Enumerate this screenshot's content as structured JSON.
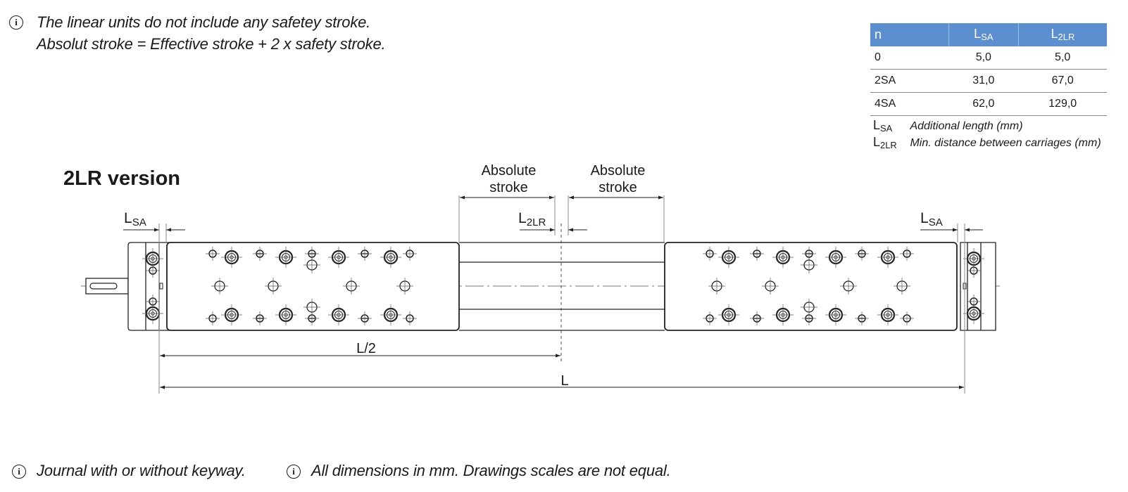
{
  "top_note": {
    "icon": "info-icon",
    "lines": [
      "The linear units do not include any safetey stroke.",
      "Absolut stroke = Effective stroke + 2 x safety stroke."
    ]
  },
  "table": {
    "header_color": "#5b8fd0",
    "headers": {
      "n": "n",
      "lsa_main": "L",
      "lsa_sub": "SA",
      "l2lr_main": "L",
      "l2lr_sub": "2LR"
    },
    "rows": [
      {
        "n": "0",
        "lsa": "5,0",
        "l2lr": "5,0"
      },
      {
        "n": "2SA",
        "lsa": "31,0",
        "l2lr": "67,0"
      },
      {
        "n": "4SA",
        "lsa": "62,0",
        "l2lr": "129,0"
      }
    ]
  },
  "legend": [
    {
      "symbol_main": "L",
      "symbol_sub": "SA",
      "description": "Additional length (mm)"
    },
    {
      "symbol_main": "L",
      "symbol_sub": "2LR",
      "description": "Min. distance between carriages (mm)"
    }
  ],
  "drawing": {
    "title": "2LR version",
    "labels": {
      "lsa_left_main": "L",
      "lsa_left_sub": "SA",
      "lsa_right_main": "L",
      "lsa_right_sub": "SA",
      "l2lr_main": "L",
      "l2lr_sub": "2LR",
      "abs_stroke_left": [
        "Absolute",
        "stroke"
      ],
      "abs_stroke_right": [
        "Absolute",
        "stroke"
      ],
      "half_length": "L/2",
      "length": "L"
    }
  },
  "bottom_notes": [
    {
      "icon": "info-icon",
      "text": "Journal with or without keyway."
    },
    {
      "icon": "info-icon",
      "text": "All dimensions in mm. Drawings scales are not equal."
    }
  ]
}
